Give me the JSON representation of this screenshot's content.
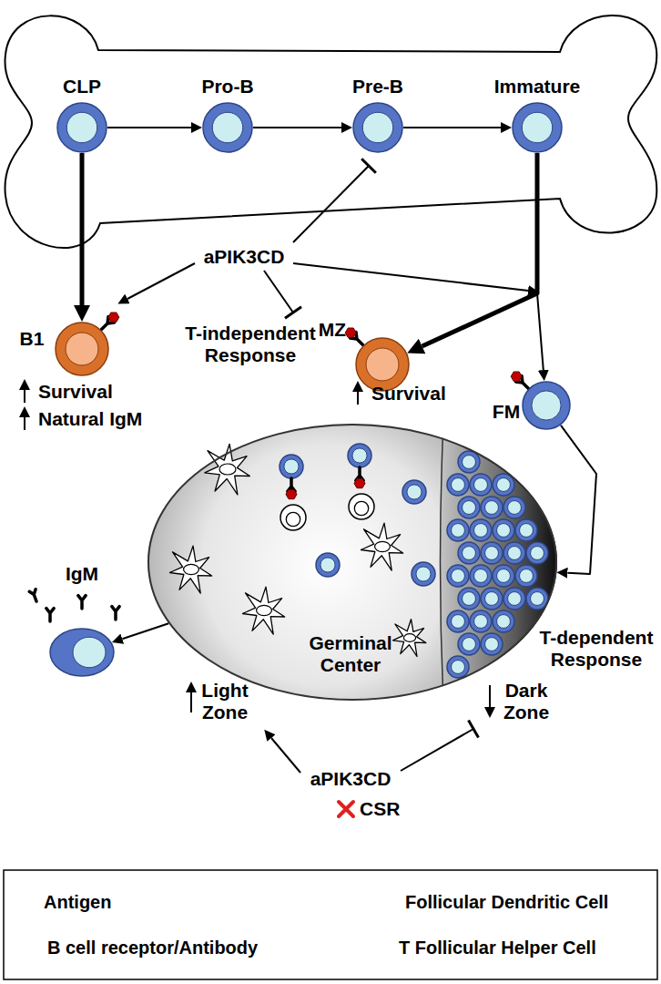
{
  "diagram": {
    "nodes": [
      {
        "text": [
          "CLP"
        ]
      },
      {
        "text": [
          "Pro-B"
        ]
      },
      {
        "text": [
          "Pre-B"
        ]
      },
      {
        "text": [
          "Immature"
        ]
      },
      {
        "text": [
          "B1"
        ]
      },
      {
        "text": [
          "MZ"
        ]
      },
      {
        "text": [
          "FM"
        ]
      },
      {
        "text": [
          "Germinal Center"
        ]
      },
      {
        "text": [
          "IgM"
        ]
      }
    ],
    "edges": [
      {
        "from": 0,
        "to": 1,
        "arrow": "to"
      },
      {
        "from": 1,
        "to": 2,
        "arrow": "to"
      },
      {
        "from": 2,
        "to": 3,
        "arrow": "to"
      },
      {
        "from": 0,
        "to": 4,
        "arrow": "to"
      },
      {
        "from": 3,
        "to": 5,
        "arrow": "to"
      },
      {
        "from": 3,
        "to": 6,
        "arrow": "to"
      },
      {
        "from": 6,
        "to": 7,
        "arrow": "to"
      },
      {
        "from": 7,
        "to": 8,
        "arrow": "to"
      }
    ],
    "labels": [
      "aPIK3CD",
      "Survival",
      "Natural IgM",
      "T-independent Response",
      "Survival",
      "T-dependent Response",
      "Light Zone",
      "Dark Zone",
      "aPIK3CD",
      "CSR"
    ],
    "legend": [
      {
        "text": "Antigen"
      },
      {
        "text": "Follicular Dendritic Cell"
      },
      {
        "text": "B cell receptor/Antibody"
      },
      {
        "text": "T Follicular Helper Cell"
      }
    ]
  }
}
